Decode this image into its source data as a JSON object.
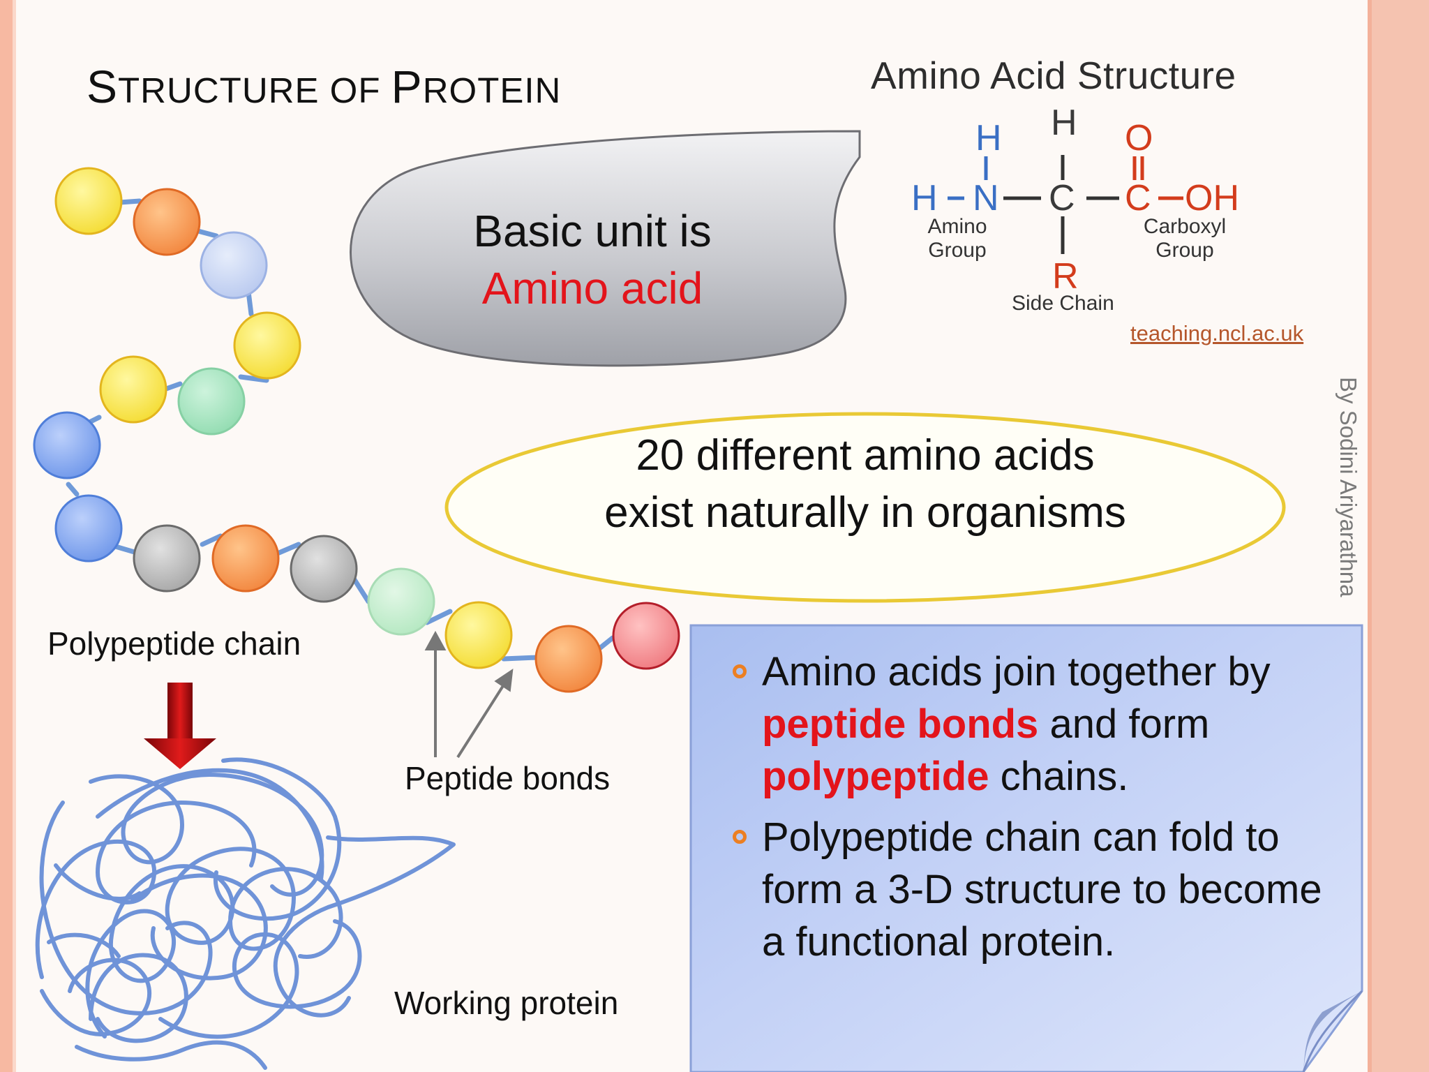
{
  "slide": {
    "title": {
      "first_big": "S",
      "first_small": "TRUCTURE OF ",
      "second_big": "P",
      "second_small": "ROTEIN"
    },
    "bubble": {
      "line1": "Basic unit is",
      "line2": "Amino acid"
    },
    "amino_diagram": {
      "title": "Amino Acid Structure",
      "atoms": {
        "h_top_n": "H",
        "h_left": "H",
        "n": "N",
        "h_top_c": "H",
        "c": "C",
        "c2": "C",
        "o": "O",
        "oh": "OH",
        "r": "R"
      },
      "labels": {
        "amino_1": "Amino",
        "amino_2": "Group",
        "carboxyl_1": "Carboxyl",
        "carboxyl_2": "Group",
        "side_chain": "Side Chain"
      },
      "source_link": "teaching.ncl.ac.uk"
    },
    "author": "By Sodini Ariyarathna",
    "oval_text": "20 different amino acids exist naturally in organisms",
    "labels": {
      "polypeptide": "Polypeptide chain",
      "peptide_bonds": "Peptide bonds",
      "working_protein": "Working protein"
    },
    "bullets": [
      {
        "pre": "Amino acids join together by ",
        "hl1": "peptide bonds",
        "mid": " and form ",
        "hl2": "polypeptide",
        "post": " chains."
      },
      {
        "text": "Polypeptide chain can fold to form a 3-D structure to become a functional protein."
      }
    ],
    "colors": {
      "accent_red": "#e3141b",
      "bullet_orange": "#ec7f22",
      "bond_blue": "#6f9ad8",
      "frame": "#f7b9a2"
    }
  }
}
